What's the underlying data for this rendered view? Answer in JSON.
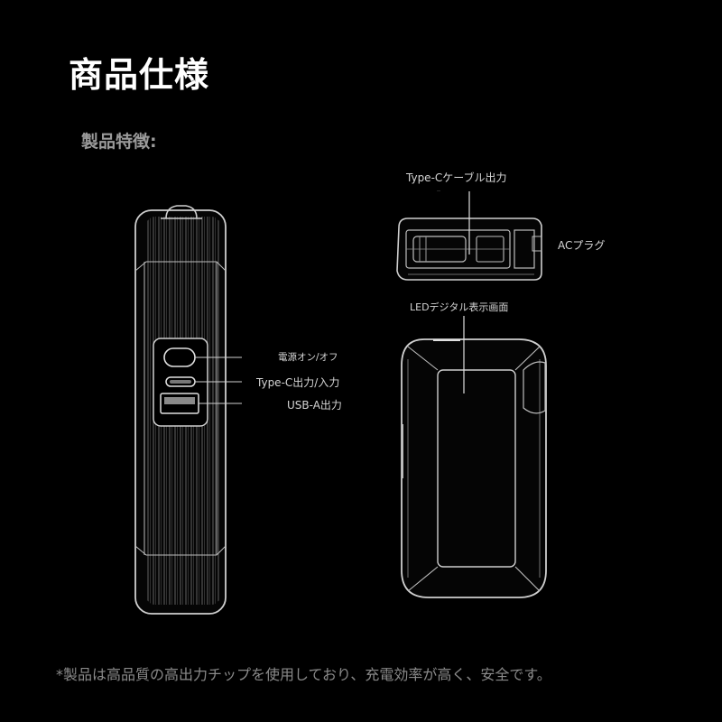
{
  "page": {
    "title": "商品仕様",
    "subtitle": "製品特徴:",
    "footnote": "*製品は高品質の高出力チップを使用しており、充電効率が高く、安全です。"
  },
  "labels": {
    "power_button": "電源オン/オフ",
    "type_c_io": "Type-C出力/入力",
    "usb_a_out": "USB-A出力",
    "type_c_cable": "Type-Cケーブル出力",
    "ac_plug": "ACプラグ",
    "led_display": "LEDデジタル表示画面"
  },
  "colors": {
    "background": "#000000",
    "line": "#cfcfcf",
    "text": "#d4d4d4"
  }
}
